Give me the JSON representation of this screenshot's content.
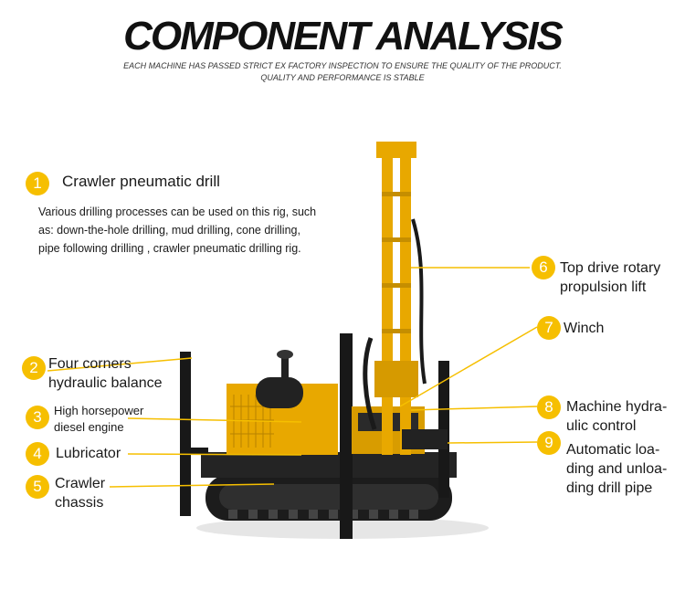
{
  "header": {
    "title": "COMPONENT ANALYSIS",
    "subtitle_line1": "EACH MACHINE HAS PASSED STRICT EX FACTORY INSPECTION TO ENSURE THE QUALITY OF THE PRODUCT.",
    "subtitle_line2": "QUALITY AND PERFORMANCE IS STABLE"
  },
  "colors": {
    "accent": "#f6bf00",
    "machine_yellow": "#e8a800",
    "machine_dark": "#1c1c1c"
  },
  "component1": {
    "number": "1",
    "name": "Crawler pneumatic drill",
    "description_lines": [
      "Various drilling processes can be used on this rig, such",
      "as: down-the-hole drilling, mud drilling, cone drilling,",
      "pipe following drilling , crawler pneumatic drilling rig."
    ]
  },
  "left_components": [
    {
      "number": "2",
      "lines": [
        "Four corners",
        "hydraulic balance"
      ]
    },
    {
      "number": "3",
      "lines": [
        "High horsepower",
        "diesel engine"
      ]
    },
    {
      "number": "4",
      "lines": [
        "Lubricator"
      ]
    },
    {
      "number": "5",
      "lines": [
        "Crawler",
        "chassis"
      ]
    }
  ],
  "right_components": [
    {
      "number": "6",
      "lines": [
        "Top drive rotary",
        "propulsion lift"
      ]
    },
    {
      "number": "7",
      "lines": [
        "Winch"
      ]
    },
    {
      "number": "8",
      "lines": [
        "Machine hydra-",
        "ulic control"
      ]
    },
    {
      "number": "9",
      "lines": [
        "Automatic loa-",
        "ding and unloa-",
        "ding drill pipe"
      ]
    }
  ]
}
